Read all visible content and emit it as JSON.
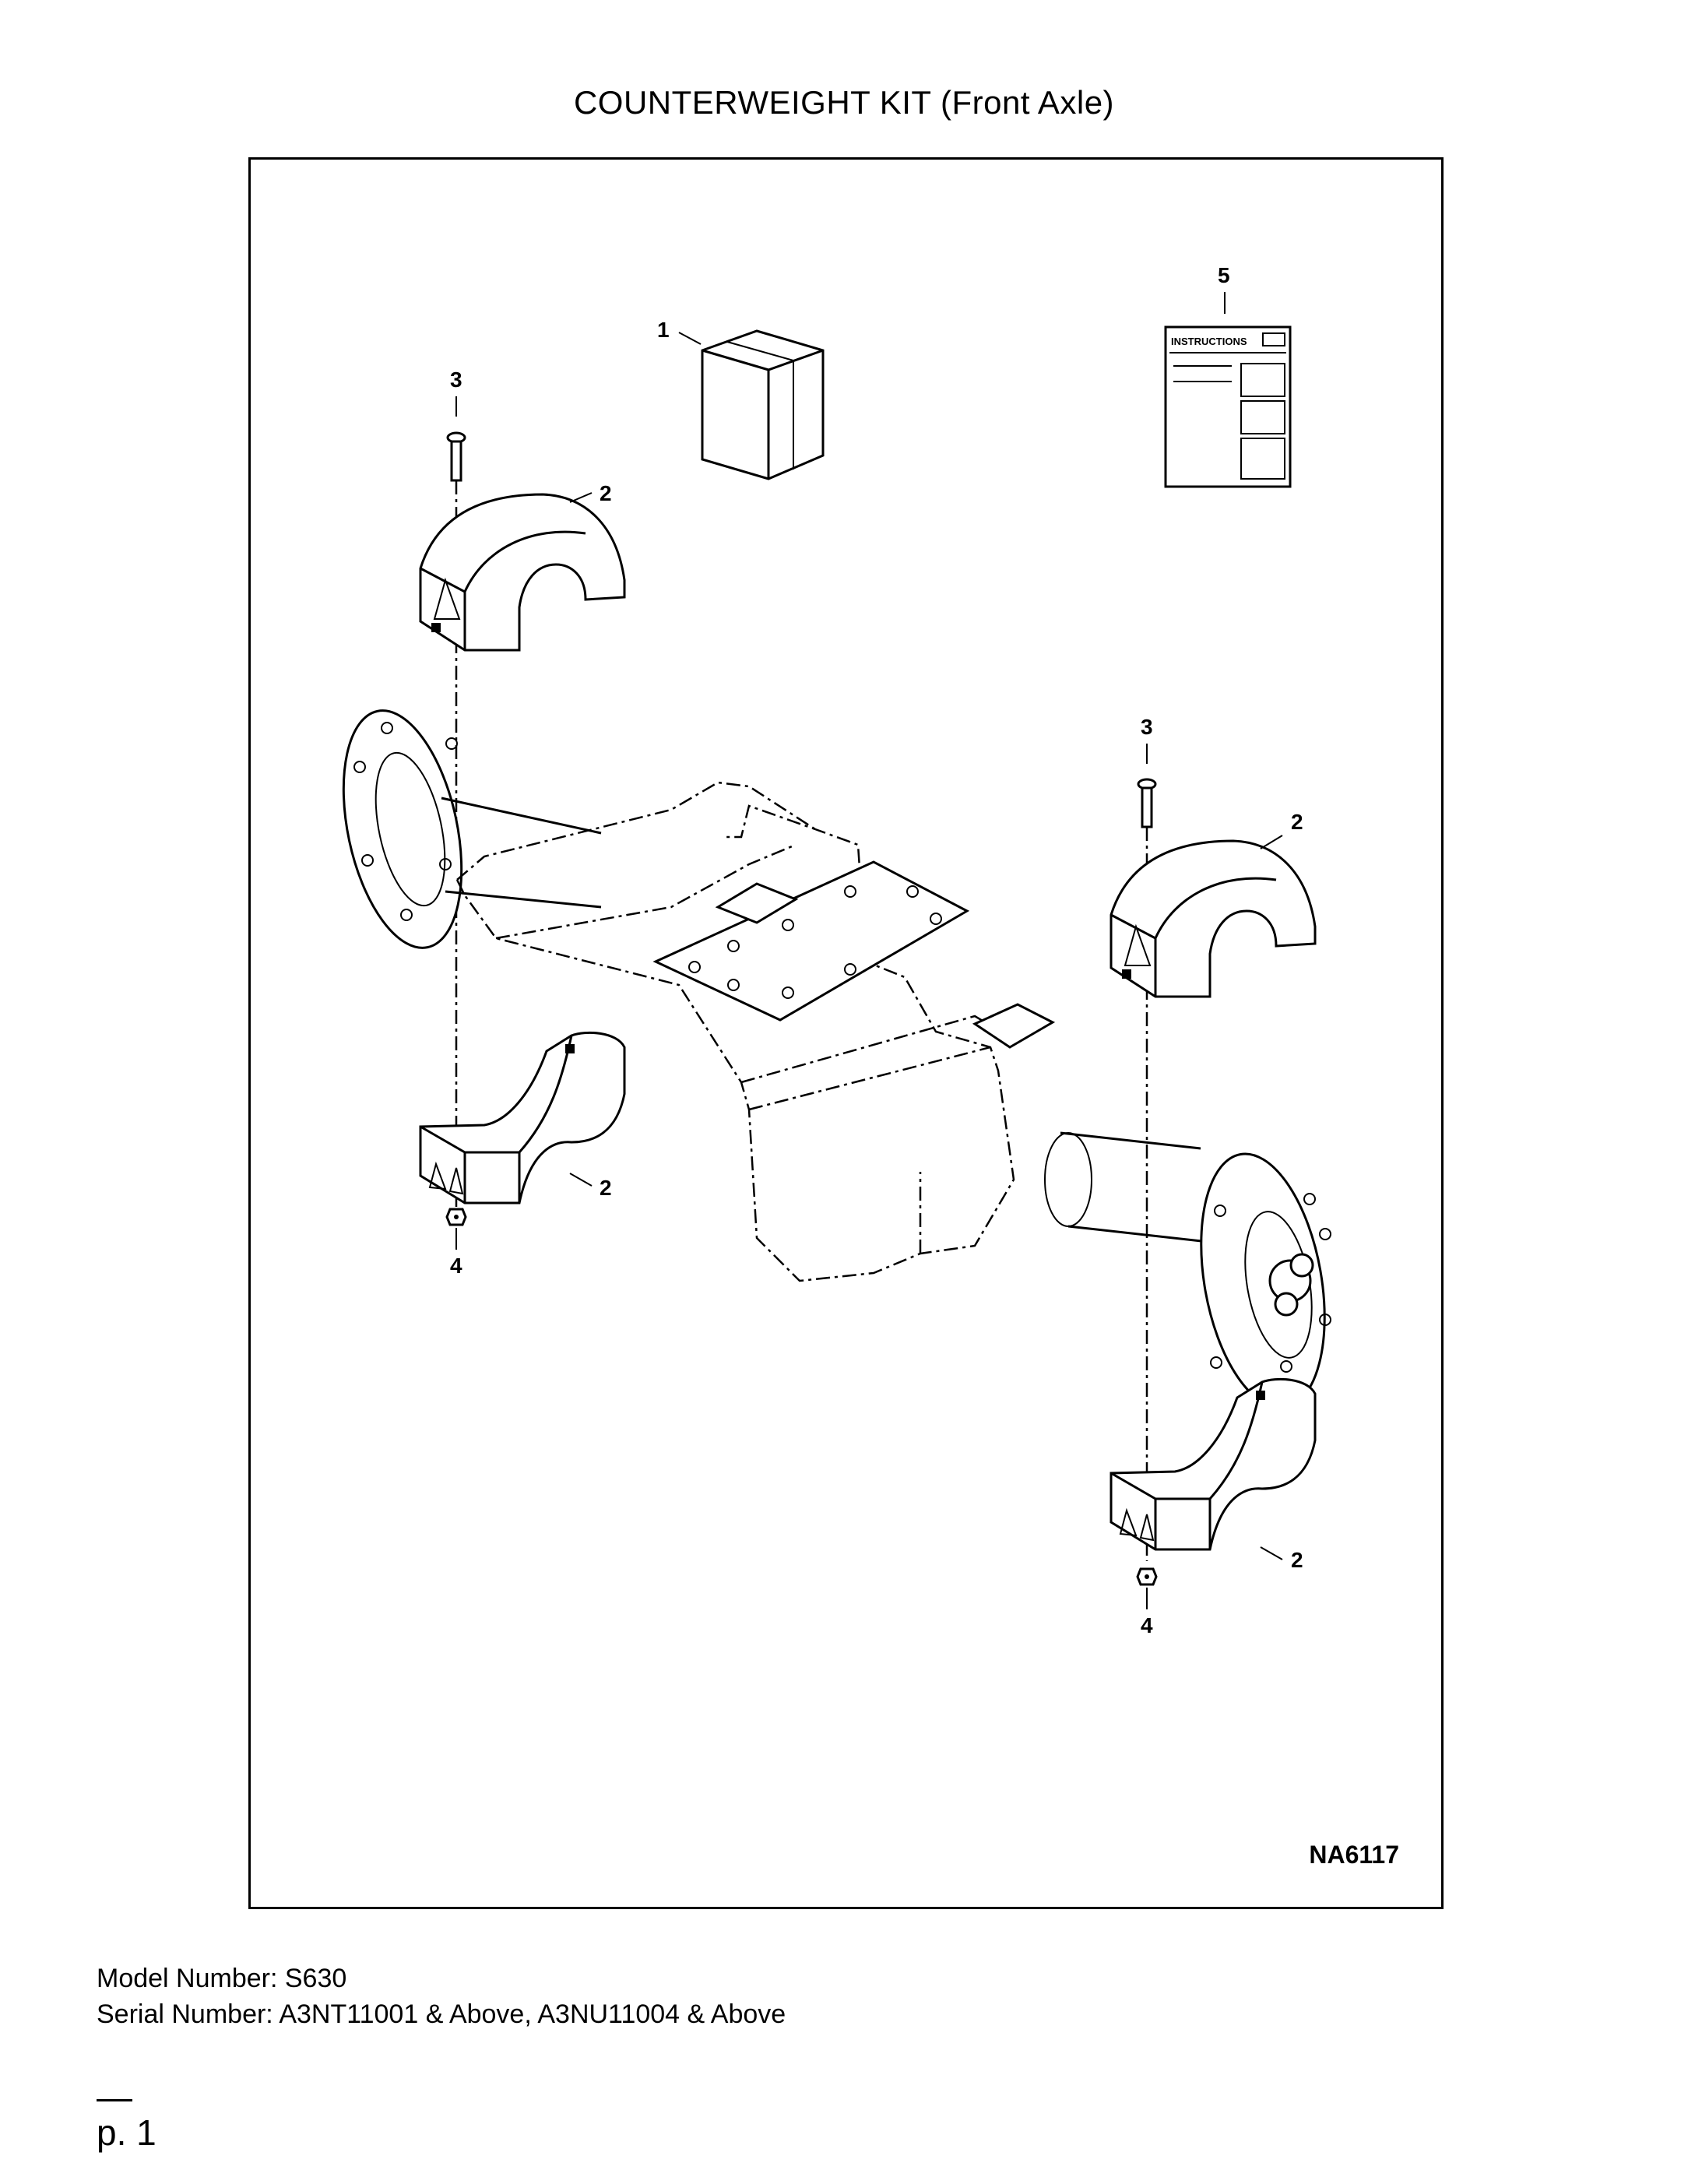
{
  "page": {
    "title": "COUNTERWEIGHT KIT (Front Axle)",
    "model_line": "Model Number: S630",
    "serial_line": "Serial Number: A3NT11001 & Above, A3NU11004 & Above",
    "page_number": "p. 1"
  },
  "diagram": {
    "drawing_id": "NA6117",
    "instructions_label": "INSTRUCTIONS",
    "callouts": {
      "kit_box": "1",
      "counterweight_upper_left": "2",
      "counterweight_lower_left": "2",
      "counterweight_upper_right": "2",
      "counterweight_lower_right": "2",
      "bolt_left": "3",
      "bolt_right": "3",
      "nut_left": "4",
      "nut_right": "4",
      "instructions": "5"
    }
  }
}
